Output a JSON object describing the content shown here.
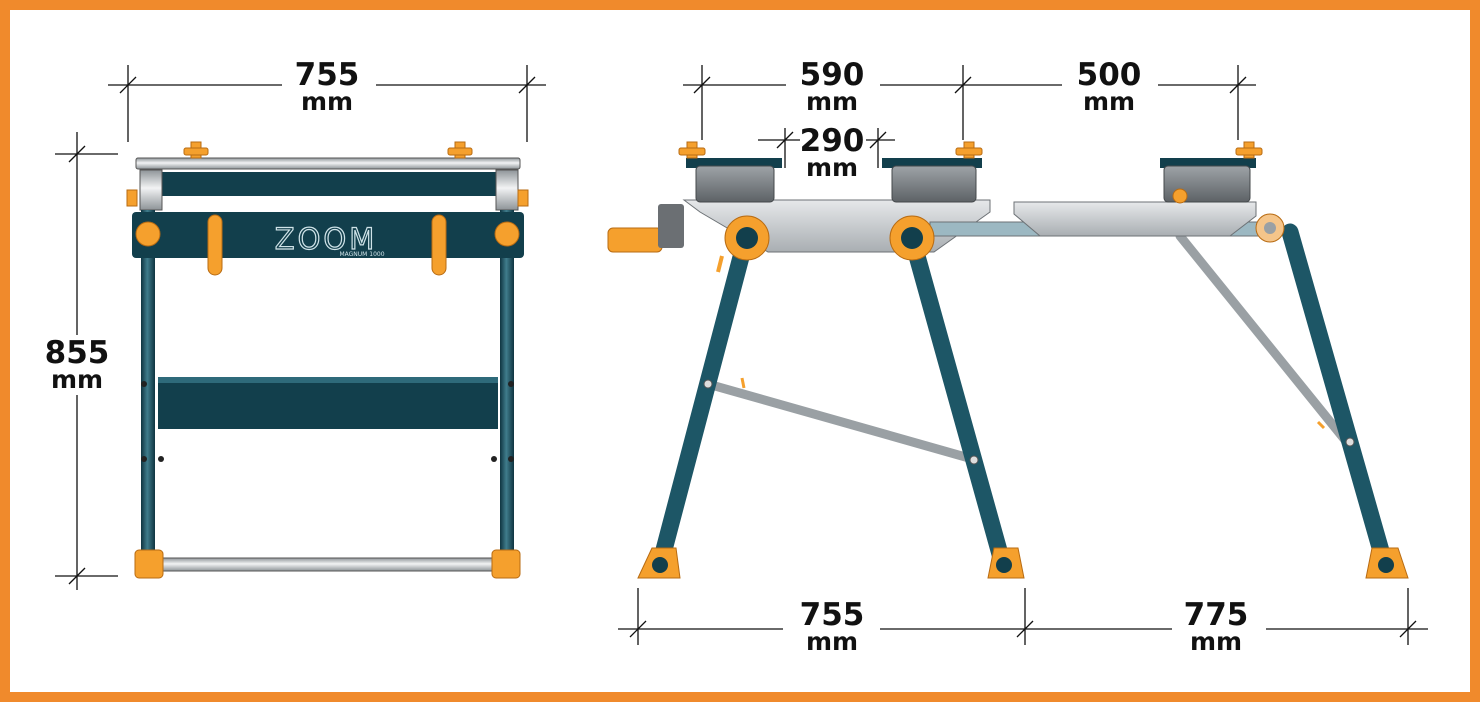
{
  "colors": {
    "border": "#f08a2c",
    "frame_teal": "#123f4c",
    "leg_teal": "#1d5666",
    "orange": "#f5a02d",
    "silver": "#c4c8cb",
    "dark_grey": "#6b6f73"
  },
  "brand": {
    "logo": "ZOOM",
    "model": "MAGNUM 1000"
  },
  "front_view": {
    "width": {
      "value": "755",
      "unit": "mm"
    },
    "height": {
      "value": "855",
      "unit": "mm"
    }
  },
  "side_view": {
    "top_left_span": {
      "value": "590",
      "unit": "mm"
    },
    "top_right_span": {
      "value": "500",
      "unit": "mm"
    },
    "clamp_gap": {
      "value": "290",
      "unit": "mm"
    },
    "bottom_left_span": {
      "value": "755",
      "unit": "mm"
    },
    "bottom_right_span": {
      "value": "775",
      "unit": "mm"
    }
  }
}
